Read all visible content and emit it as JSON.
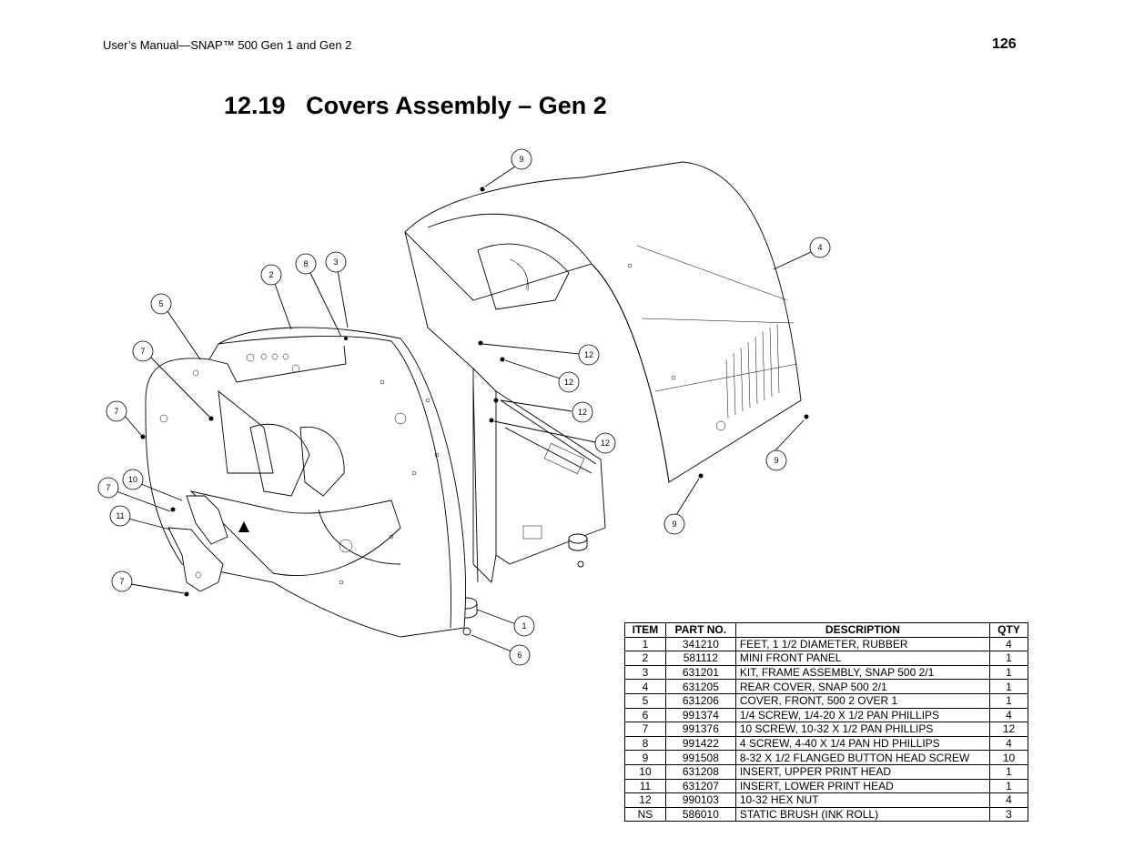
{
  "header": {
    "manual_title": "User’s Manual—SNAP™ 500 Gen 1 and Gen 2",
    "page_number": "126"
  },
  "section": {
    "number": "12.19",
    "title": "Covers Assembly – Gen 2"
  },
  "balloons": [
    "9",
    "4",
    "2",
    "8",
    "3",
    "5",
    "7",
    "12",
    "12",
    "7",
    "12",
    "12",
    "9",
    "10",
    "7",
    "11",
    "9",
    "7",
    "1",
    "6"
  ],
  "parts_table": {
    "headers": [
      "ITEM",
      "PART NO.",
      "DESCRIPTION",
      "QTY"
    ],
    "rows": [
      [
        "1",
        "341210",
        "FEET, 1 1/2 DIAMETER, RUBBER",
        "4"
      ],
      [
        "2",
        "581112",
        "MINI FRONT PANEL",
        "1"
      ],
      [
        "3",
        "631201",
        "KIT, FRAME ASSEMBLY, SNAP 500 2/1",
        "1"
      ],
      [
        "4",
        "631205",
        "REAR COVER, SNAP 500 2/1",
        "1"
      ],
      [
        "5",
        "631206",
        "COVER, FRONT, 500 2 OVER 1",
        "1"
      ],
      [
        "6",
        "991374",
        "1/4 SCREW, 1/4-20 X 1/2 PAN PHILLIPS",
        "4"
      ],
      [
        "7",
        "991376",
        "10 SCREW, 10-32 X 1/2 PAN PHILLIPS",
        "12"
      ],
      [
        "8",
        "991422",
        "4 SCREW, 4-40 X 1/4 PAN HD PHILLIPS",
        "4"
      ],
      [
        "9",
        "991508",
        "8-32 X 1/2 FLANGED BUTTON HEAD SCREW",
        "10"
      ],
      [
        "10",
        "631208",
        "INSERT, UPPER PRINT HEAD",
        "1"
      ],
      [
        "11",
        "631207",
        "INSERT, LOWER PRINT HEAD",
        "1"
      ],
      [
        "12",
        "990103",
        "10-32 HEX NUT",
        "4"
      ],
      [
        "NS",
        "586010",
        "STATIC BRUSH (INK ROLL)",
        "3"
      ]
    ]
  }
}
